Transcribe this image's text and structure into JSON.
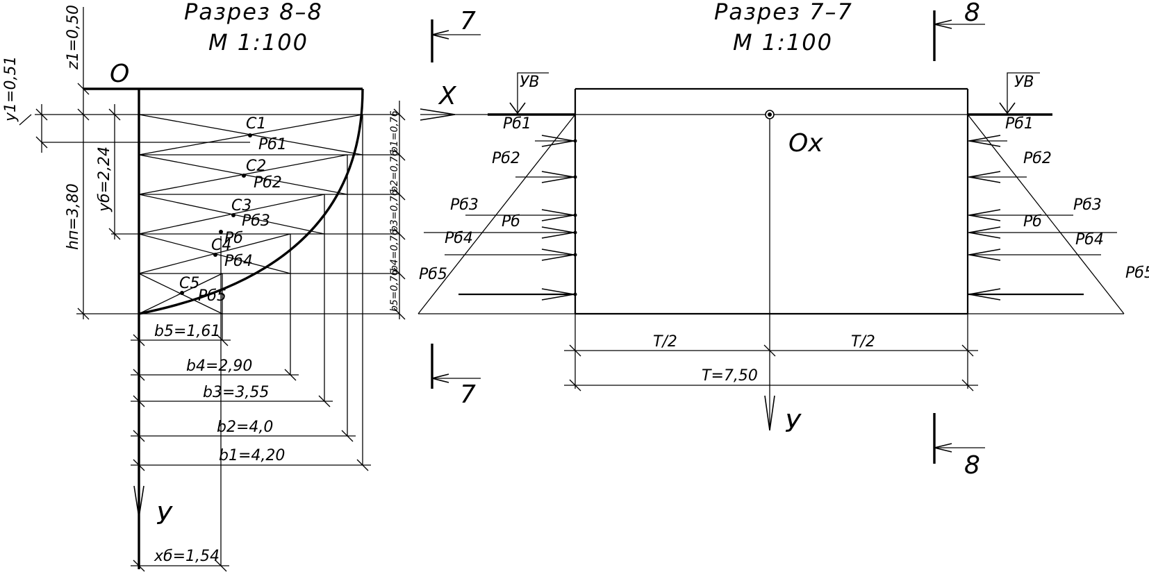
{
  "section_left": {
    "title": "Разрез 8–8",
    "scale": "М 1:100",
    "origin": "О",
    "z1": "z1=0,50",
    "y1": "y1=0,51",
    "ydelta": "yб=2,24",
    "hn": "hп=3,80",
    "strip_heights": [
      "b1=0,76",
      "b2=0,76",
      "b3=0,76",
      "b4=0,76",
      "b5=0,76"
    ],
    "centroids": [
      "С1",
      "С2",
      "С3",
      "С4",
      "С5"
    ],
    "pressures": [
      "Pб1",
      "Pб2",
      "Pб3",
      "Pб4",
      "Pб5"
    ],
    "resultant": "Pб",
    "widths": [
      "b5=1,61",
      "b4=2,90",
      "b3=3,55",
      "b2=4,0",
      "b1=4,20"
    ],
    "xdelta": "xб=1,54",
    "axis_y": "У"
  },
  "section_right": {
    "title": "Разрез 7–7",
    "scale": "М 1:100",
    "water_level": "УВ",
    "axis_x": "Х",
    "axis_ox": "Ох",
    "axis_y": "У",
    "half_width": "Т/2",
    "total_width": "Т=7,50",
    "pressures": [
      "Pб1",
      "Pб2",
      "Pб3",
      "Pб4",
      "Pб5"
    ],
    "resultant": "Pб"
  },
  "section_marks": [
    "7",
    "7",
    "8",
    "8"
  ]
}
